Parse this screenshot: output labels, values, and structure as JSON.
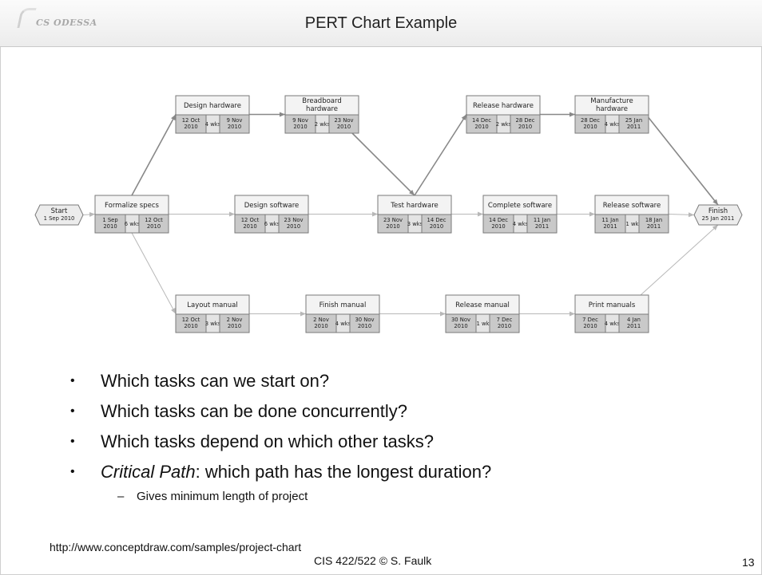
{
  "slide": {
    "logo_text": "CS ODESSA",
    "title": "PERT Chart Example",
    "bullets": [
      {
        "pre": "",
        "em": "",
        "post": "Which tasks can we start on?"
      },
      {
        "pre": "",
        "em": "",
        "post": "Which tasks can be done concurrently?"
      },
      {
        "pre": "",
        "em": "",
        "post": "Which tasks depend on which other tasks?"
      },
      {
        "pre": "",
        "em": "Critical Path",
        "post": ": which path has the longest duration?"
      }
    ],
    "sub_bullet": "Gives minimum length of project",
    "source_url": "http://www.conceptdraw.com/samples/project-chart",
    "footer": "CIS 422/522 © S. Faulk",
    "page_number": "13"
  },
  "pert": {
    "milestones": [
      {
        "id": "start",
        "label": "Start",
        "date": "1 Sep 2010"
      },
      {
        "id": "finish",
        "label": "Finish",
        "date": "25 Jan 2011"
      }
    ],
    "tasks": [
      {
        "id": "formalize",
        "name": [
          "Formalize specs"
        ],
        "start": [
          "1 Sep",
          "2010"
        ],
        "duration": "6 wks",
        "end": [
          "12 Oct",
          "2010"
        ]
      },
      {
        "id": "design_hw",
        "name": [
          "Design hardware"
        ],
        "start": [
          "12 Oct",
          "2010"
        ],
        "duration": "4 wks",
        "end": [
          "9 Nov",
          "2010"
        ]
      },
      {
        "id": "breadboard",
        "name": [
          "Breadboard",
          "hardware"
        ],
        "start": [
          "9 Nov",
          "2010"
        ],
        "duration": "2 wks",
        "end": [
          "23 Nov",
          "2010"
        ]
      },
      {
        "id": "release_hw",
        "name": [
          "Release hardware"
        ],
        "start": [
          "14 Dec",
          "2010"
        ],
        "duration": "2 wks",
        "end": [
          "28 Dec",
          "2010"
        ]
      },
      {
        "id": "manufacture",
        "name": [
          "Manufacture",
          "hardware"
        ],
        "start": [
          "28 Dec",
          "2010"
        ],
        "duration": "4 wks",
        "end": [
          "25 Jan",
          "2011"
        ]
      },
      {
        "id": "design_sw",
        "name": [
          "Design software"
        ],
        "start": [
          "12 Oct",
          "2010"
        ],
        "duration": "6 wks",
        "end": [
          "23 Nov",
          "2010"
        ]
      },
      {
        "id": "test_hw",
        "name": [
          "Test hardware"
        ],
        "start": [
          "23 Nov",
          "2010"
        ],
        "duration": "3 wks",
        "end": [
          "14 Dec",
          "2010"
        ]
      },
      {
        "id": "complete_sw",
        "name": [
          "Complete software"
        ],
        "start": [
          "14 Dec",
          "2010"
        ],
        "duration": "4 wks",
        "end": [
          "11 Jan",
          "2011"
        ]
      },
      {
        "id": "release_sw",
        "name": [
          "Release software"
        ],
        "start": [
          "11 Jan",
          "2011"
        ],
        "duration": "1 wk",
        "end": [
          "18 Jan",
          "2011"
        ]
      },
      {
        "id": "layout_manual",
        "name": [
          "Layout manual"
        ],
        "start": [
          "12 Oct",
          "2010"
        ],
        "duration": "3 wks",
        "end": [
          "2 Nov",
          "2010"
        ]
      },
      {
        "id": "finish_manual",
        "name": [
          "Finish manual"
        ],
        "start": [
          "2 Nov",
          "2010"
        ],
        "duration": "4 wks",
        "end": [
          "30 Nov",
          "2010"
        ]
      },
      {
        "id": "release_manual",
        "name": [
          "Release manual"
        ],
        "start": [
          "30 Nov",
          "2010"
        ],
        "duration": "1 wk",
        "end": [
          "7 Dec",
          "2010"
        ]
      },
      {
        "id": "print_manuals",
        "name": [
          "Print manuals"
        ],
        "start": [
          "7 Dec",
          "2010"
        ],
        "duration": "4 wks",
        "end": [
          "4 Jan",
          "2011"
        ]
      }
    ],
    "edges": [
      {
        "from": "start",
        "to": "formalize",
        "critical": false
      },
      {
        "from": "formalize",
        "to": "design_hw",
        "critical": true
      },
      {
        "from": "formalize",
        "to": "design_sw",
        "critical": false
      },
      {
        "from": "formalize",
        "to": "layout_manual",
        "critical": false
      },
      {
        "from": "design_hw",
        "to": "breadboard",
        "critical": true
      },
      {
        "from": "breadboard",
        "to": "test_hw",
        "critical": true
      },
      {
        "from": "design_sw",
        "to": "test_hw",
        "critical": false
      },
      {
        "from": "test_hw",
        "to": "release_hw",
        "critical": true
      },
      {
        "from": "test_hw",
        "to": "complete_sw",
        "critical": false
      },
      {
        "from": "release_hw",
        "to": "manufacture",
        "critical": true
      },
      {
        "from": "manufacture",
        "to": "finish",
        "critical": true
      },
      {
        "from": "complete_sw",
        "to": "release_sw",
        "critical": false
      },
      {
        "from": "release_sw",
        "to": "finish",
        "critical": false
      },
      {
        "from": "layout_manual",
        "to": "finish_manual",
        "critical": false
      },
      {
        "from": "finish_manual",
        "to": "release_manual",
        "critical": false
      },
      {
        "from": "release_manual",
        "to": "print_manuals",
        "critical": false
      },
      {
        "from": "print_manuals",
        "to": "finish",
        "critical": false
      }
    ],
    "colors": {
      "critical_edge": "#888888",
      "normal_edge": "#b8b8b8",
      "task_fill": "#f3f3f3",
      "date_fill": "#c9c9c9",
      "border": "#7a7a7a"
    }
  }
}
